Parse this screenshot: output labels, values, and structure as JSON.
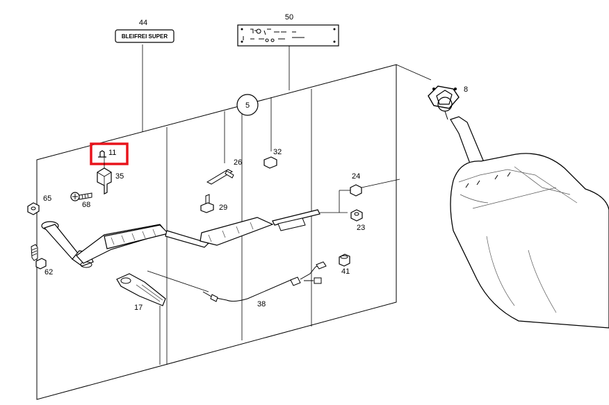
{
  "labels": {
    "p44": "44",
    "p50": "50",
    "p5": "5",
    "p11": "11",
    "p35": "35",
    "p32": "32",
    "p26": "26",
    "p8": "8",
    "p65": "65",
    "p68": "68",
    "p29": "29",
    "p24": "24",
    "p23": "23",
    "p62": "62",
    "p41": "41",
    "p17": "17",
    "p38": "38"
  },
  "fuel_plate_text": "BLEIFREI SUPER",
  "highlight": {
    "part": "11",
    "color": "#e8141c"
  },
  "colors": {
    "line": "#000000",
    "background": "#ffffff",
    "hatch": "#555555"
  }
}
